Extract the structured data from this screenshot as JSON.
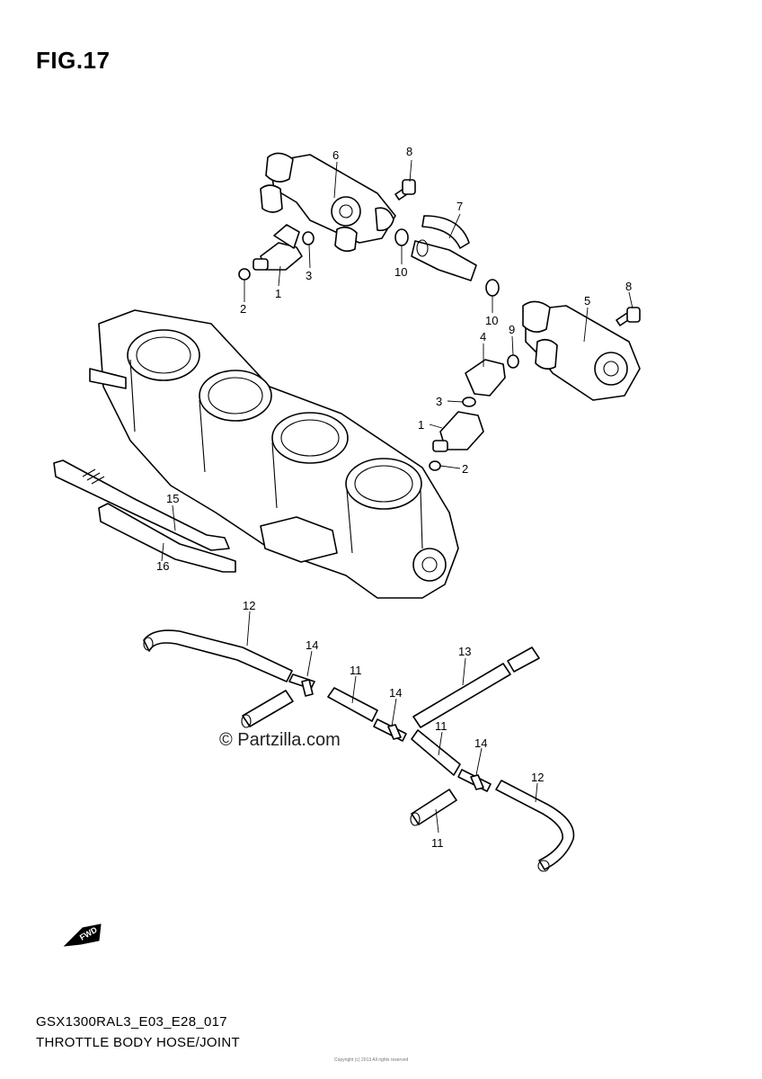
{
  "figure": {
    "title": "FIG.17",
    "code": "GSX1300RAL3_E03_E28_017",
    "caption": "THROTTLE BODY HOSE/JOINT"
  },
  "watermark": "© Partzilla.com",
  "footer_copyright": "Copyright (c) 2013 All rights reserved",
  "fwd_symbol": "FWD",
  "callouts": [
    "8",
    "6",
    "7",
    "1",
    "3",
    "10",
    "2",
    "10",
    "8",
    "5",
    "9",
    "4",
    "3",
    "1",
    "2",
    "15",
    "16",
    "12",
    "14",
    "13",
    "11",
    "14",
    "11",
    "14",
    "12",
    "11"
  ]
}
